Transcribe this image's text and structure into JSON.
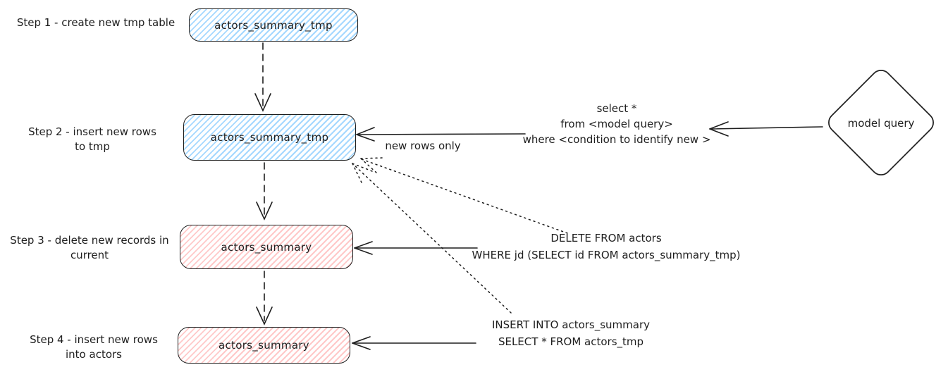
{
  "diagram": {
    "steps": [
      {
        "label": "Step 1 - create new tmp table",
        "node": "actors_summary_tmp"
      },
      {
        "label": "Step 2 - insert new rows\nto tmp",
        "node": "actors_summary_tmp"
      },
      {
        "label": "Step 3 - delete new records in\ncurrent",
        "node": "actors_summary"
      },
      {
        "label": "Step 4 - insert new rows\ninto actors",
        "node": "actors_summary"
      }
    ],
    "annotations": {
      "new_rows_label": "new rows only",
      "select_query": "select *\nfrom <model query>\nwhere <condition to identify new >",
      "delete_query": "DELETE FROM actors\nWHERE jd (SELECT id FROM actors_summary_tmp)",
      "insert_query": "INSERT INTO actors_summary\nSELECT * FROM actors_tmp"
    },
    "source_node": {
      "label": "model query",
      "shape": "diamond"
    },
    "colors": {
      "tmp_table_fill": "#a5d8ff",
      "current_table_fill": "#ffc9c9",
      "stroke": "#1e1e1e",
      "background": "#ffffff"
    }
  }
}
